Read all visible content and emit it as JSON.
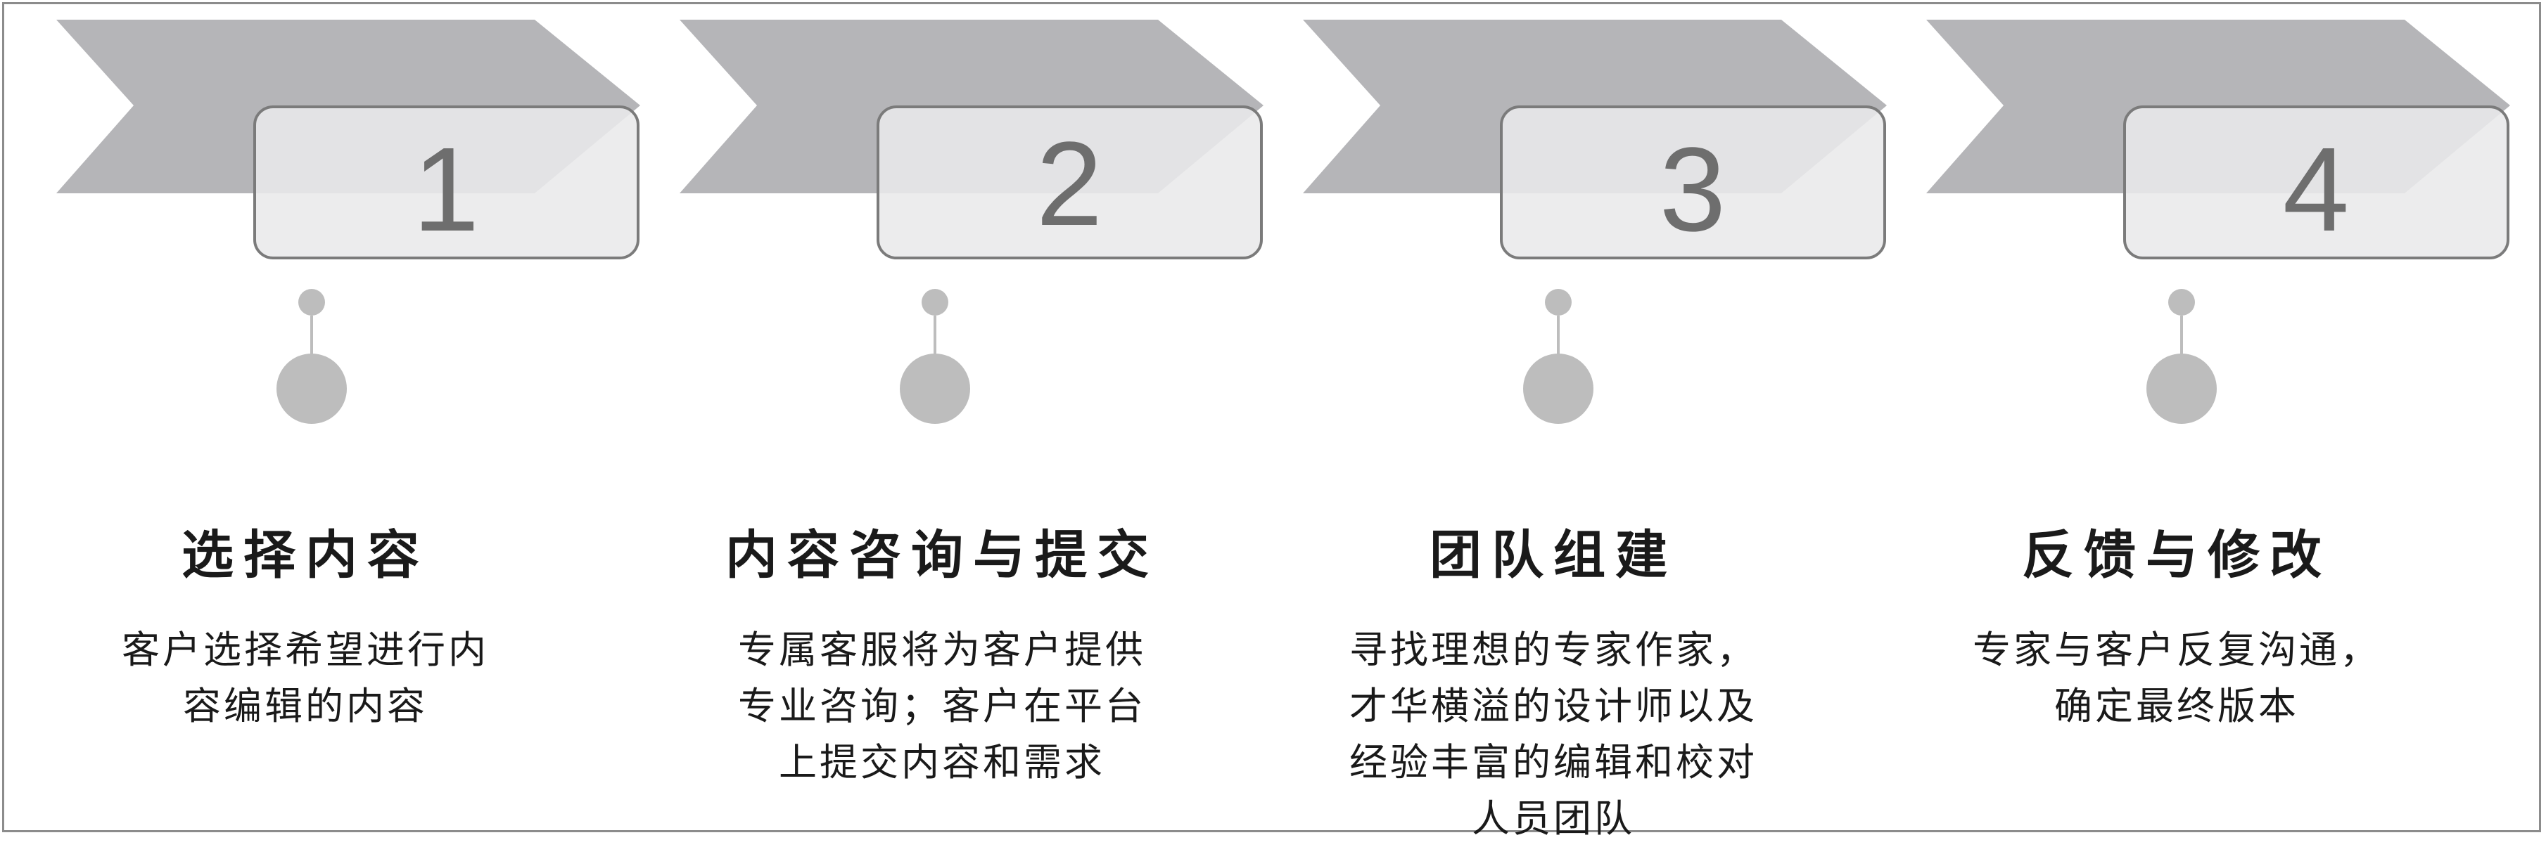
{
  "colors": {
    "chevron": "#b5b5b8",
    "overlay_box": "#e9e9ea",
    "box_border": "#7b7b7b",
    "dot": "#bdbdbd",
    "text": "#1a1a1a",
    "frame": "#8c8c8c"
  },
  "steps": [
    {
      "number": "1",
      "title": "选择内容",
      "desc": [
        "客户选择希望进行内",
        "容编辑的内容"
      ]
    },
    {
      "number": "2",
      "title": "内容咨询与提交",
      "desc": [
        "专属客服将为客户提供",
        "专业咨询；客户在平台",
        "上提交内容和需求"
      ]
    },
    {
      "number": "3",
      "title": "团队组建",
      "desc": [
        "寻找理想的专家作家，",
        "才华横溢的设计师以及",
        "经验丰富的编辑和校对",
        "人员团队"
      ]
    },
    {
      "number": "4",
      "title": "反馈与修改",
      "desc": [
        "专家与客户反复沟通，",
        "确定最终版本"
      ]
    }
  ]
}
